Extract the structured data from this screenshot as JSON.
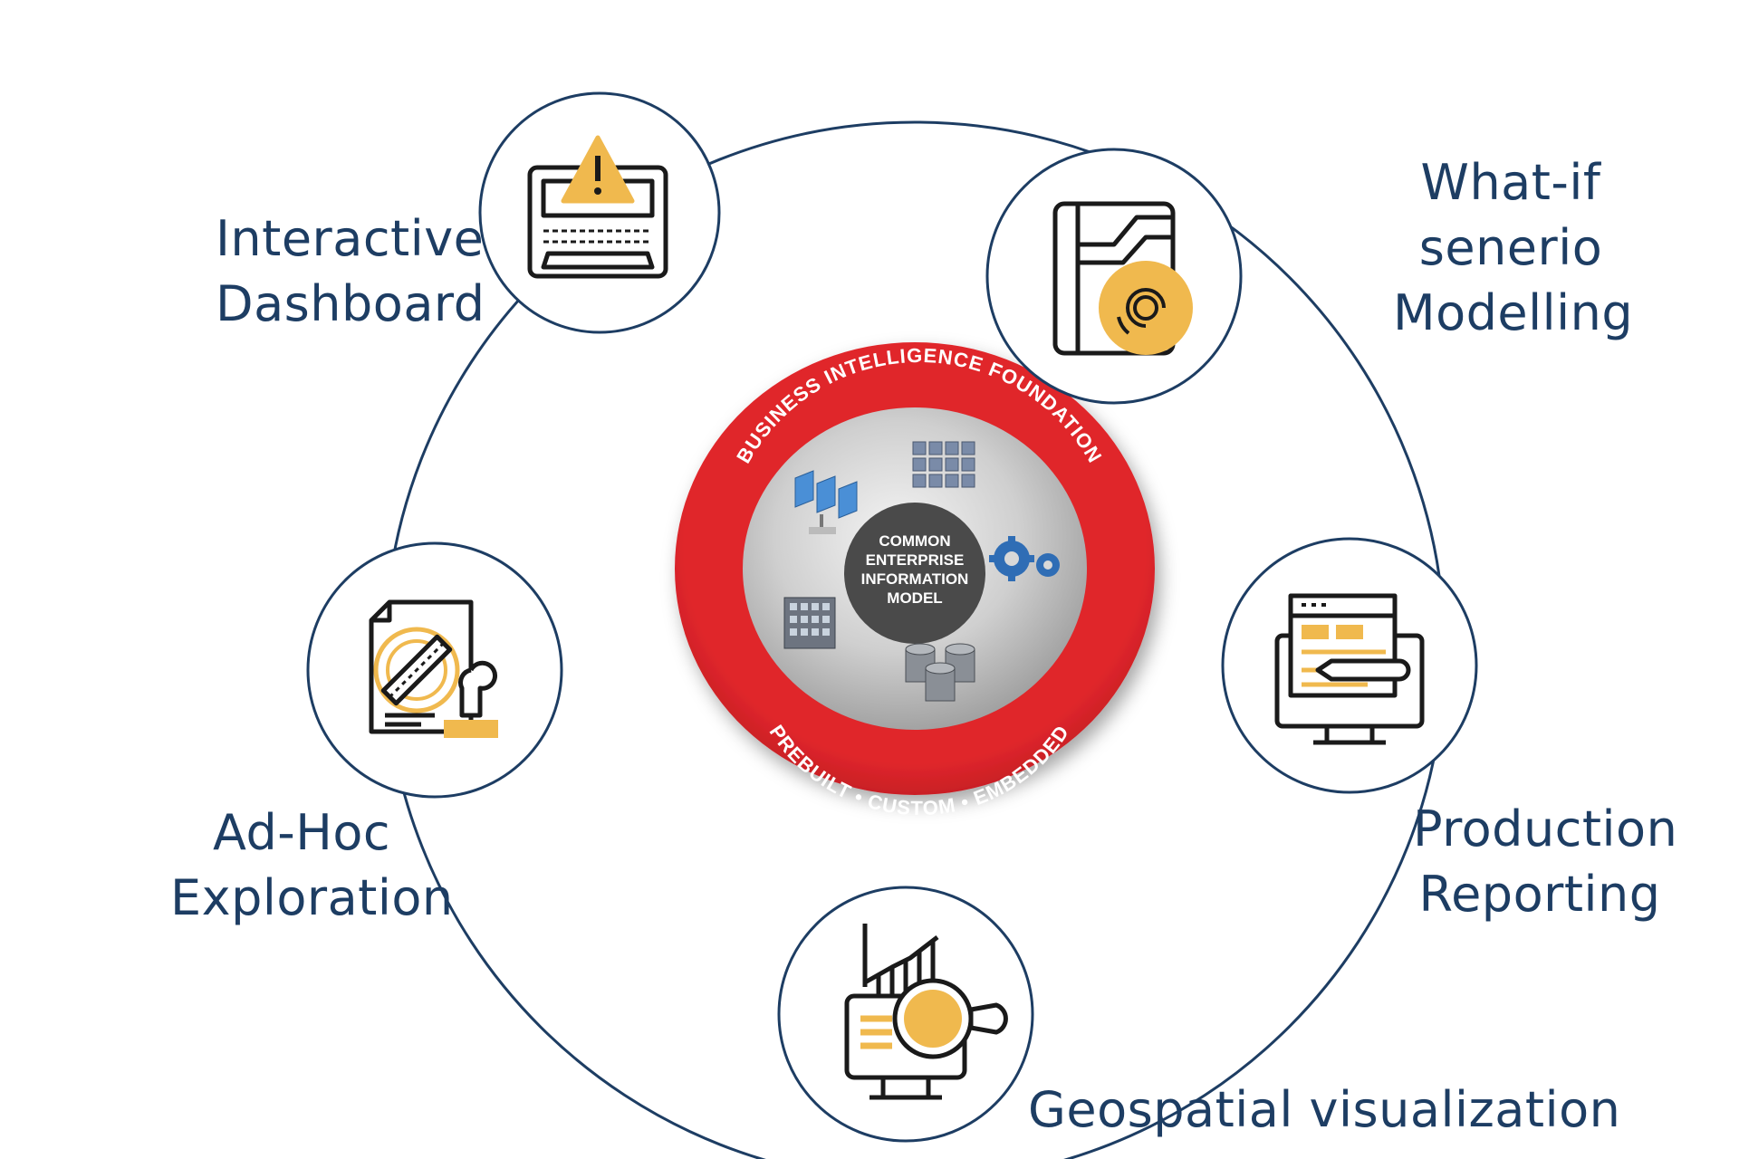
{
  "colors": {
    "ring": "#1d3d63",
    "label": "#1d3d63",
    "badge_red": "#e0262c",
    "accent_gold": "#f0b94e",
    "icon_stroke": "#1a1a1a"
  },
  "center": {
    "ring_top_text": "BUSINESS INTELLIGENCE FOUNDATION",
    "ring_bottom_text": "PREBUILT  •  CUSTOM  •  EMBEDDED",
    "core_lines": [
      "COMMON",
      "ENTERPRISE",
      "INFORMATION",
      "MODEL"
    ]
  },
  "nodes": [
    {
      "id": "interactive-dashboard",
      "lines": [
        "Interactive",
        "Dashboard"
      ],
      "icon": "laptop-warning-icon"
    },
    {
      "id": "what-if-modelling",
      "lines": [
        "What-if",
        "senerio",
        "Modelling"
      ],
      "icon": "document-target-icon"
    },
    {
      "id": "production-reporting",
      "lines": [
        "Production",
        "Reporting"
      ],
      "icon": "monitor-report-icon"
    },
    {
      "id": "geospatial-visualization",
      "lines": [
        "Geospatial visualization"
      ],
      "icon": "monitor-magnifier-chart-icon"
    },
    {
      "id": "ad-hoc-exploration",
      "lines": [
        "Ad-Hoc",
        "Exploration"
      ],
      "icon": "document-stamp-icon"
    }
  ]
}
